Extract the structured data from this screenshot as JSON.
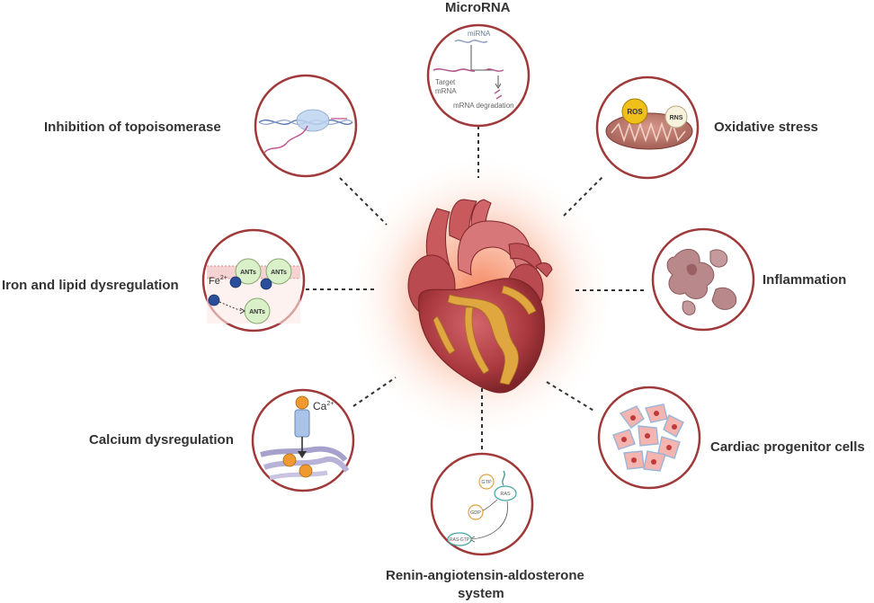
{
  "colors": {
    "ring": "#a03a3a",
    "connector": "#333333",
    "label": "#333333",
    "glow": "#f47a4a",
    "heart_body": "#b5454a",
    "heart_fat": "#e0a640"
  },
  "center": {
    "icon": "heart-icon"
  },
  "mechanisms": {
    "microrna": {
      "label": "MicroRNA",
      "mirna": "miRNA",
      "target_line1": "Target",
      "target_line2": "mRNA",
      "degradation": "mRNA degradation"
    },
    "topoisomerase": {
      "label": "Inhibition of topoisomerase"
    },
    "oxidative": {
      "label": "Oxidative stress",
      "ros": "ROS",
      "rns": "RNS"
    },
    "iron_lipid": {
      "label": "Iron and lipid dysregulation",
      "fe": "Fe",
      "fe_sup": "2+",
      "ants": "ANTs"
    },
    "inflammation": {
      "label": "Inflammation"
    },
    "calcium": {
      "label": "Calcium dysregulation",
      "ca": "Ca",
      "ca_sup": "2+"
    },
    "progenitor": {
      "label": "Cardiac progenitor cells"
    },
    "raas": {
      "label_line1": "Renin-angiotensin-aldosterone",
      "label_line2": "system",
      "gtp": "GTP",
      "ras": "RAS",
      "gdp": "GDP",
      "ras_gtp": "RAS-GTP"
    }
  }
}
